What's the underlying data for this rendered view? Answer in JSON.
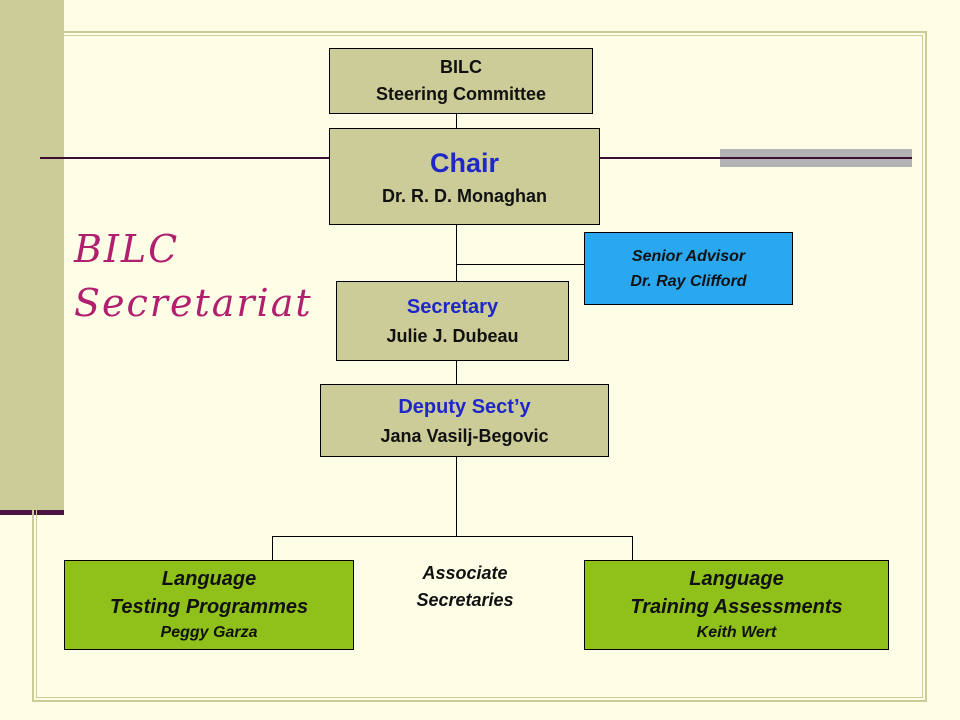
{
  "steering": {
    "line1": "BILC",
    "line2": "Steering Committee"
  },
  "chair": {
    "title": "Chair",
    "name": "Dr. R. D. Monaghan"
  },
  "advisor": {
    "title": "Senior Advisor",
    "name": "Dr. Ray Clifford"
  },
  "secretary": {
    "title": "Secretary",
    "name": "Julie J. Dubeau"
  },
  "deputy": {
    "title": "Deputy Sect’y",
    "name": "Jana Vasilj-Begovic"
  },
  "heading": {
    "line1": "BILC",
    "line2": "Secretariat"
  },
  "associates": {
    "line1": "Associate",
    "line2": "Secretaries"
  },
  "testing": {
    "line1": "Language",
    "line2": "Testing Programmes",
    "name": "Peggy Garza"
  },
  "training": {
    "line1": "Language",
    "line2": "Training Assessments",
    "name": "Keith Wert"
  },
  "colors": {
    "box_tan": "#cccc99",
    "box_blue": "#29a7ef",
    "box_green": "#8fc11a",
    "title_accent": "#b0206f",
    "name_blue": "#1f27c8"
  }
}
